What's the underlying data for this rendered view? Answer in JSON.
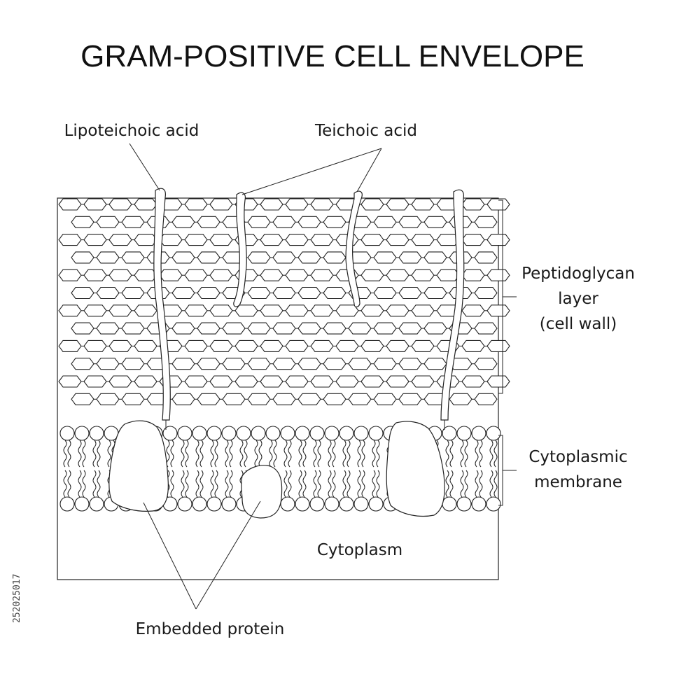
{
  "title": "GRAM-POSITIVE CELL ENVELOPE",
  "labels": {
    "lipoteichoic_acid": "Lipoteichoic acid",
    "teichoic_acid": "Teichoic acid",
    "peptidoglycan_line1": "Peptidoglycan",
    "peptidoglycan_line2": "layer",
    "peptidoglycan_line3": "(cell wall)",
    "membrane_line1": "Cytoplasmic",
    "membrane_line2": "membrane",
    "cytoplasm": "Cytoplasm",
    "embedded_protein": "Embedded protein"
  },
  "watermark_id": "252025017",
  "colors": {
    "stroke": "#222222",
    "background": "#ffffff"
  }
}
